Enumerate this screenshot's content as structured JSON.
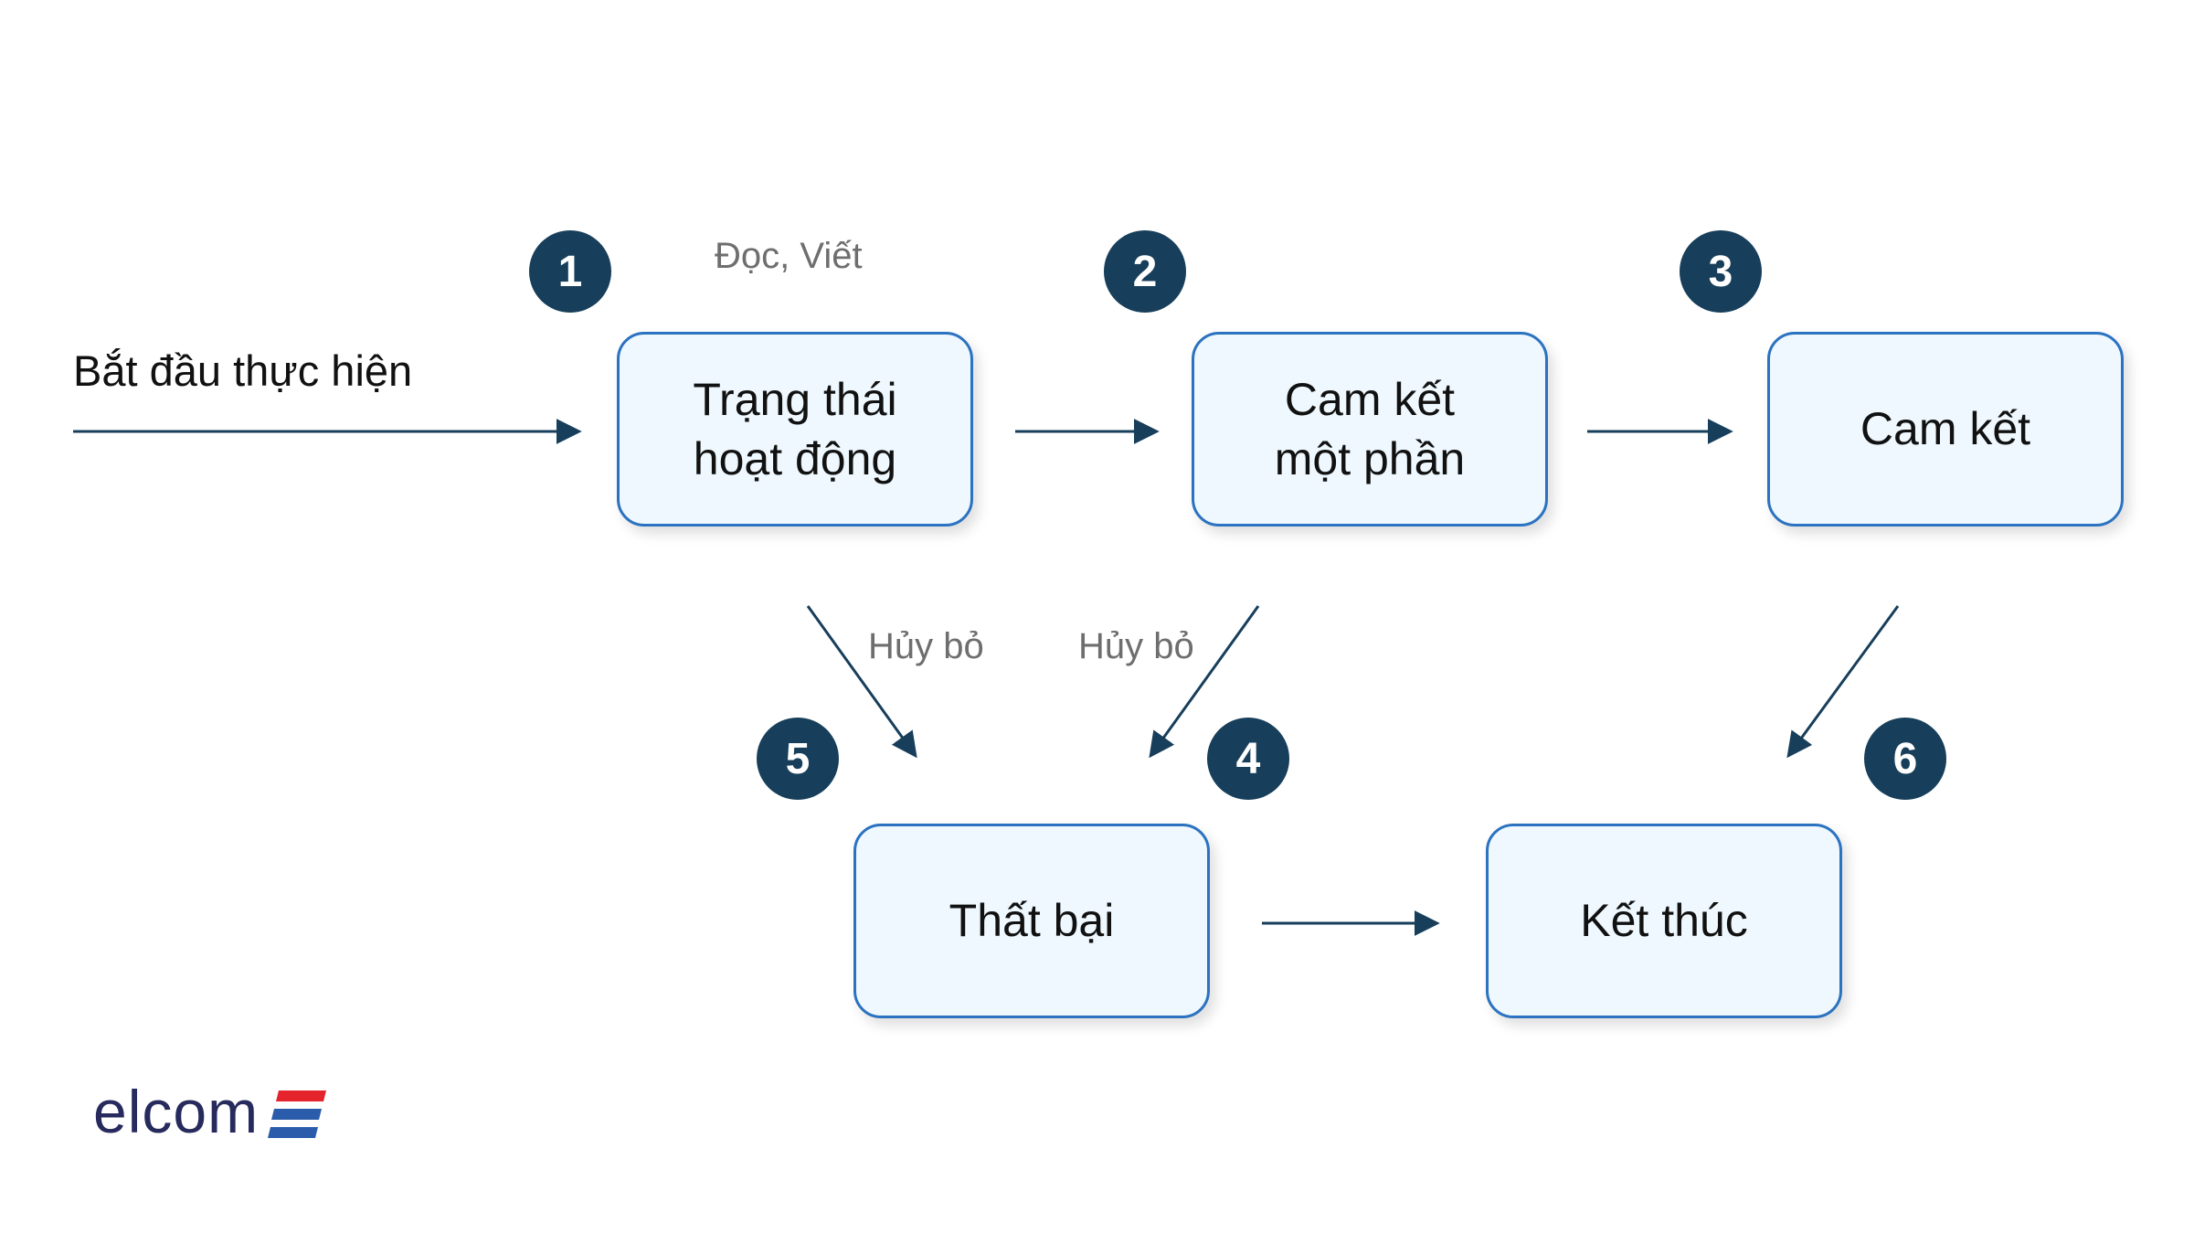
{
  "start": {
    "label": "Bắt đầu thực hiện"
  },
  "states": [
    {
      "number": "1",
      "label": "Trạng thái\nhoạt động"
    },
    {
      "number": "2",
      "label": "Cam kết\nmột phần"
    },
    {
      "number": "3",
      "label": "Cam kết"
    },
    {
      "number": "4",
      "label": "Thất bại"
    },
    {
      "number": "5",
      "label": ""
    },
    {
      "number": "6",
      "label": "Kết thúc"
    }
  ],
  "edge_labels": {
    "read_write": "Đọc, Viết",
    "cancel_1": "Hủy bỏ",
    "cancel_2": "Hủy bỏ"
  },
  "logo": {
    "text": "elcom"
  },
  "colors": {
    "box_fill": "#eef8fe",
    "box_border": "#2b72c0",
    "badge": "#173e5a",
    "arrow": "#173e5a",
    "logo_text": "#272a5c",
    "logo_red": "#e4232c",
    "logo_blue": "#2b5cab"
  }
}
